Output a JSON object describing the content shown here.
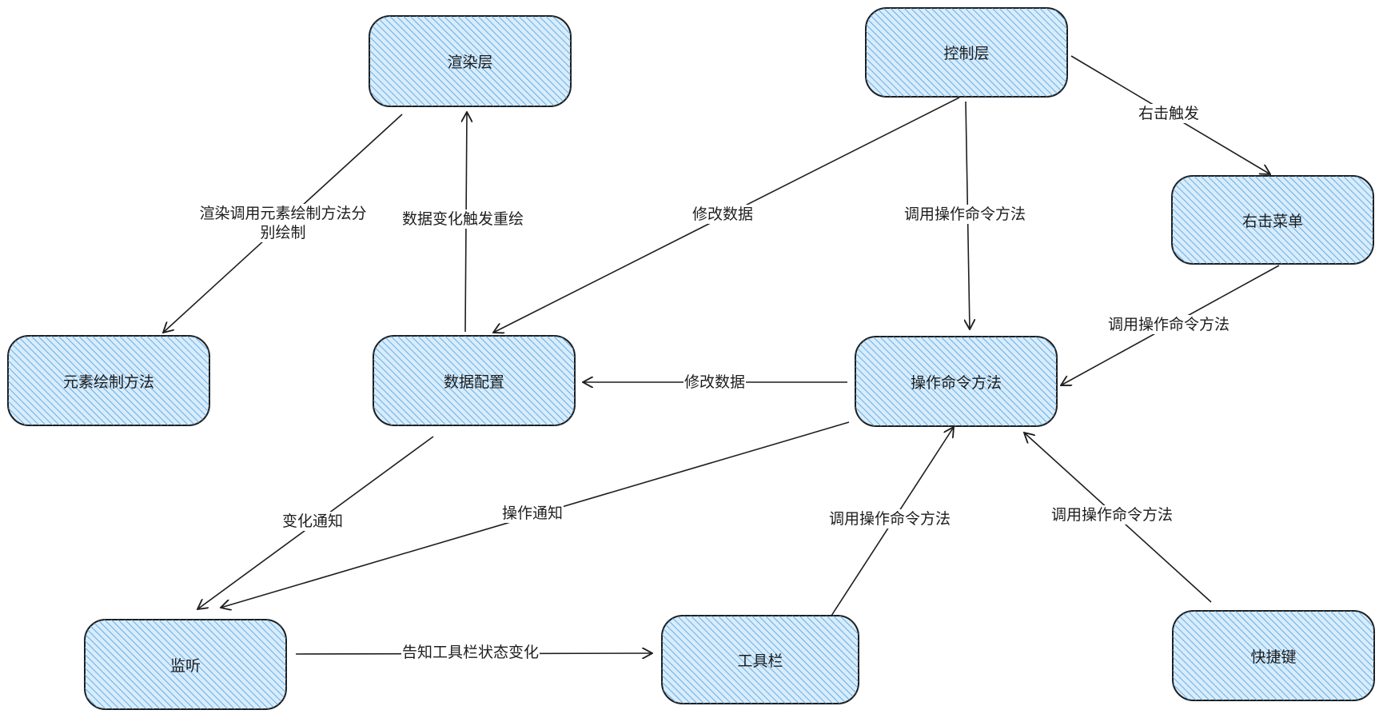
{
  "nodes": {
    "render_layer": "渲染层",
    "control_layer": "控制层",
    "right_menu": "右击菜单",
    "element_draw": "元素绘制方法",
    "data_config": "数据配置",
    "op_methods": "操作命令方法",
    "listener": "监听",
    "toolbar": "工具栏",
    "shortcut": "快捷键"
  },
  "edges": {
    "render_to_draw_line1": "渲染调用元素绘制方法分",
    "render_to_draw_line2": "别绘制",
    "data_to_render": "数据变化触发重绘",
    "control_to_data": "修改数据",
    "control_to_ops": "调用操作命令方法",
    "control_to_menu": "右击触发",
    "menu_to_ops": "调用操作命令方法",
    "ops_to_data": "修改数据",
    "data_to_listener": "变化通知",
    "ops_to_listener": "操作通知",
    "toolbar_to_ops": "调用操作命令方法",
    "shortcut_to_ops": "调用操作命令方法",
    "listener_to_toolbar": "告知工具栏状态变化"
  },
  "colors": {
    "node_fill": "#a5d8ff",
    "hatch": "#4a9ee0",
    "stroke": "#1e1e1e"
  }
}
